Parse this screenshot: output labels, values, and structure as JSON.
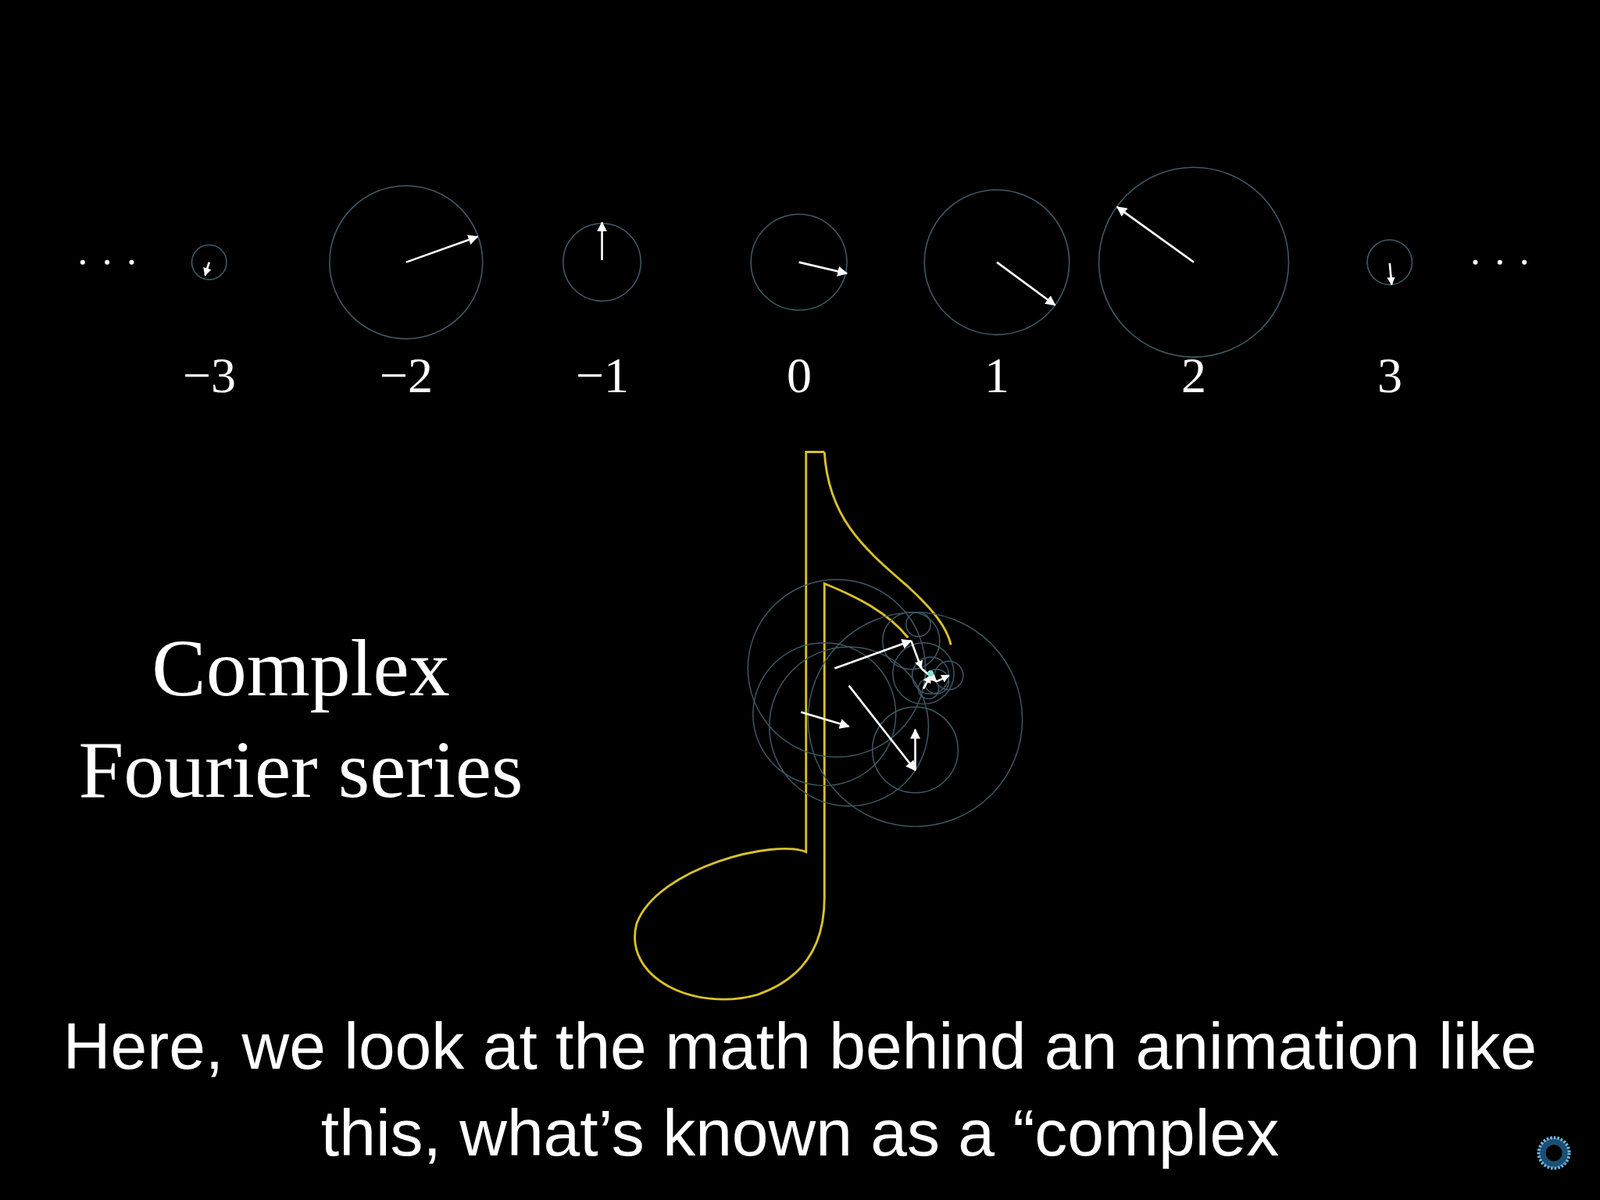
{
  "diagram": {
    "title": "Complex Fourier series",
    "caption": "Here, we look at the math behind an animation like this, what’s known as a “complex",
    "labels": [
      "−3",
      "−2",
      "−1",
      "0",
      "1",
      "2",
      "3"
    ]
  }
}
